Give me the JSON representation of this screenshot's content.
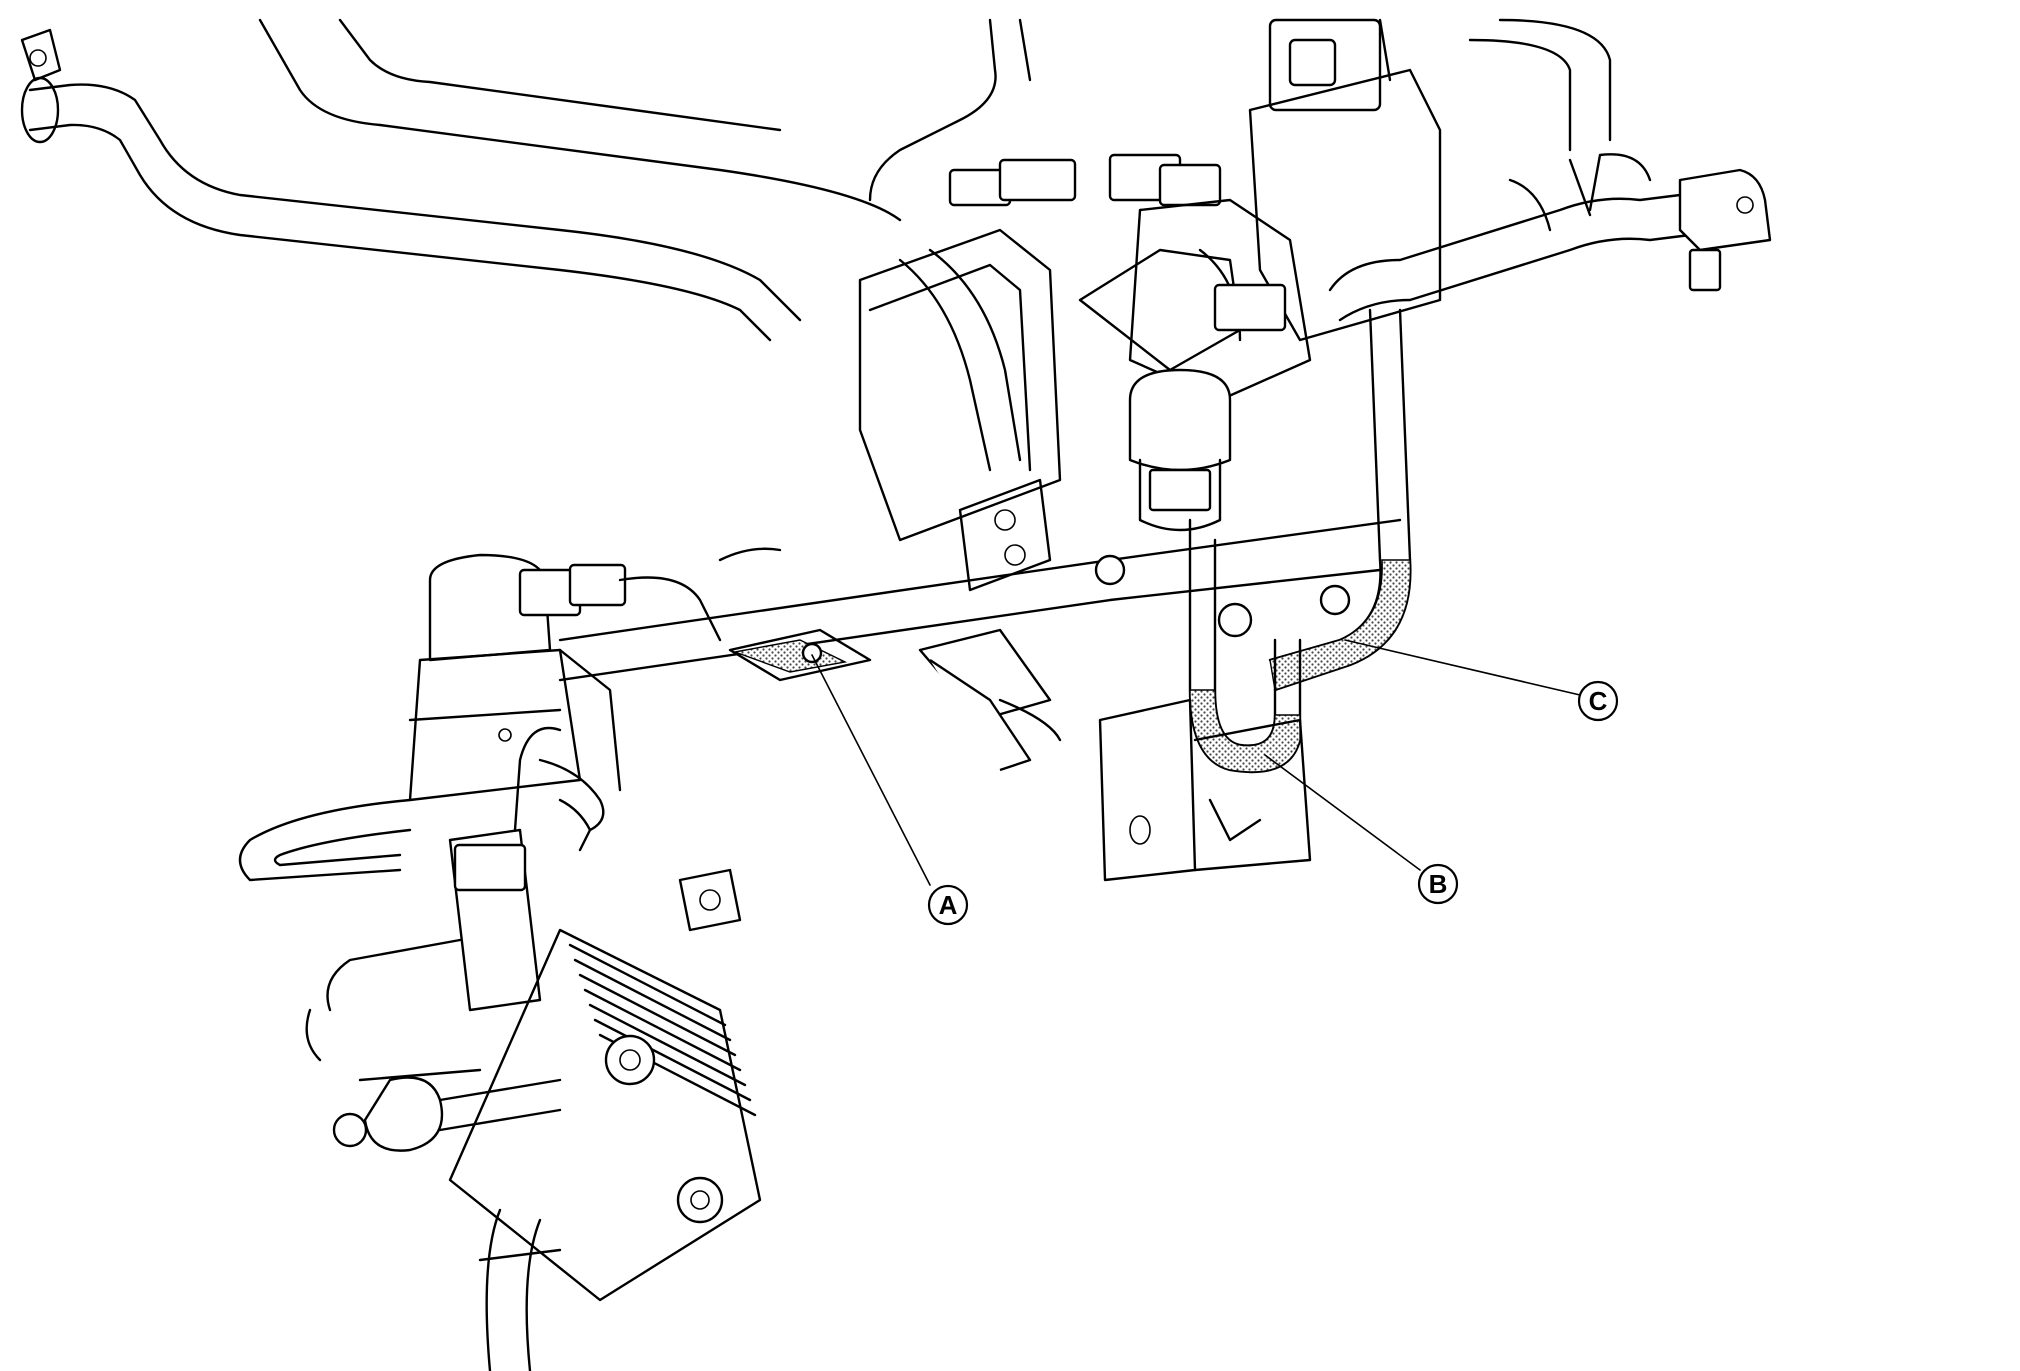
{
  "callouts": [
    {
      "id": "A",
      "label": "A"
    },
    {
      "id": "B",
      "label": "B"
    },
    {
      "id": "C",
      "label": "C"
    }
  ],
  "colors": {
    "line": "#000000",
    "background": "#ffffff",
    "hatch": "#8a8a8a"
  }
}
